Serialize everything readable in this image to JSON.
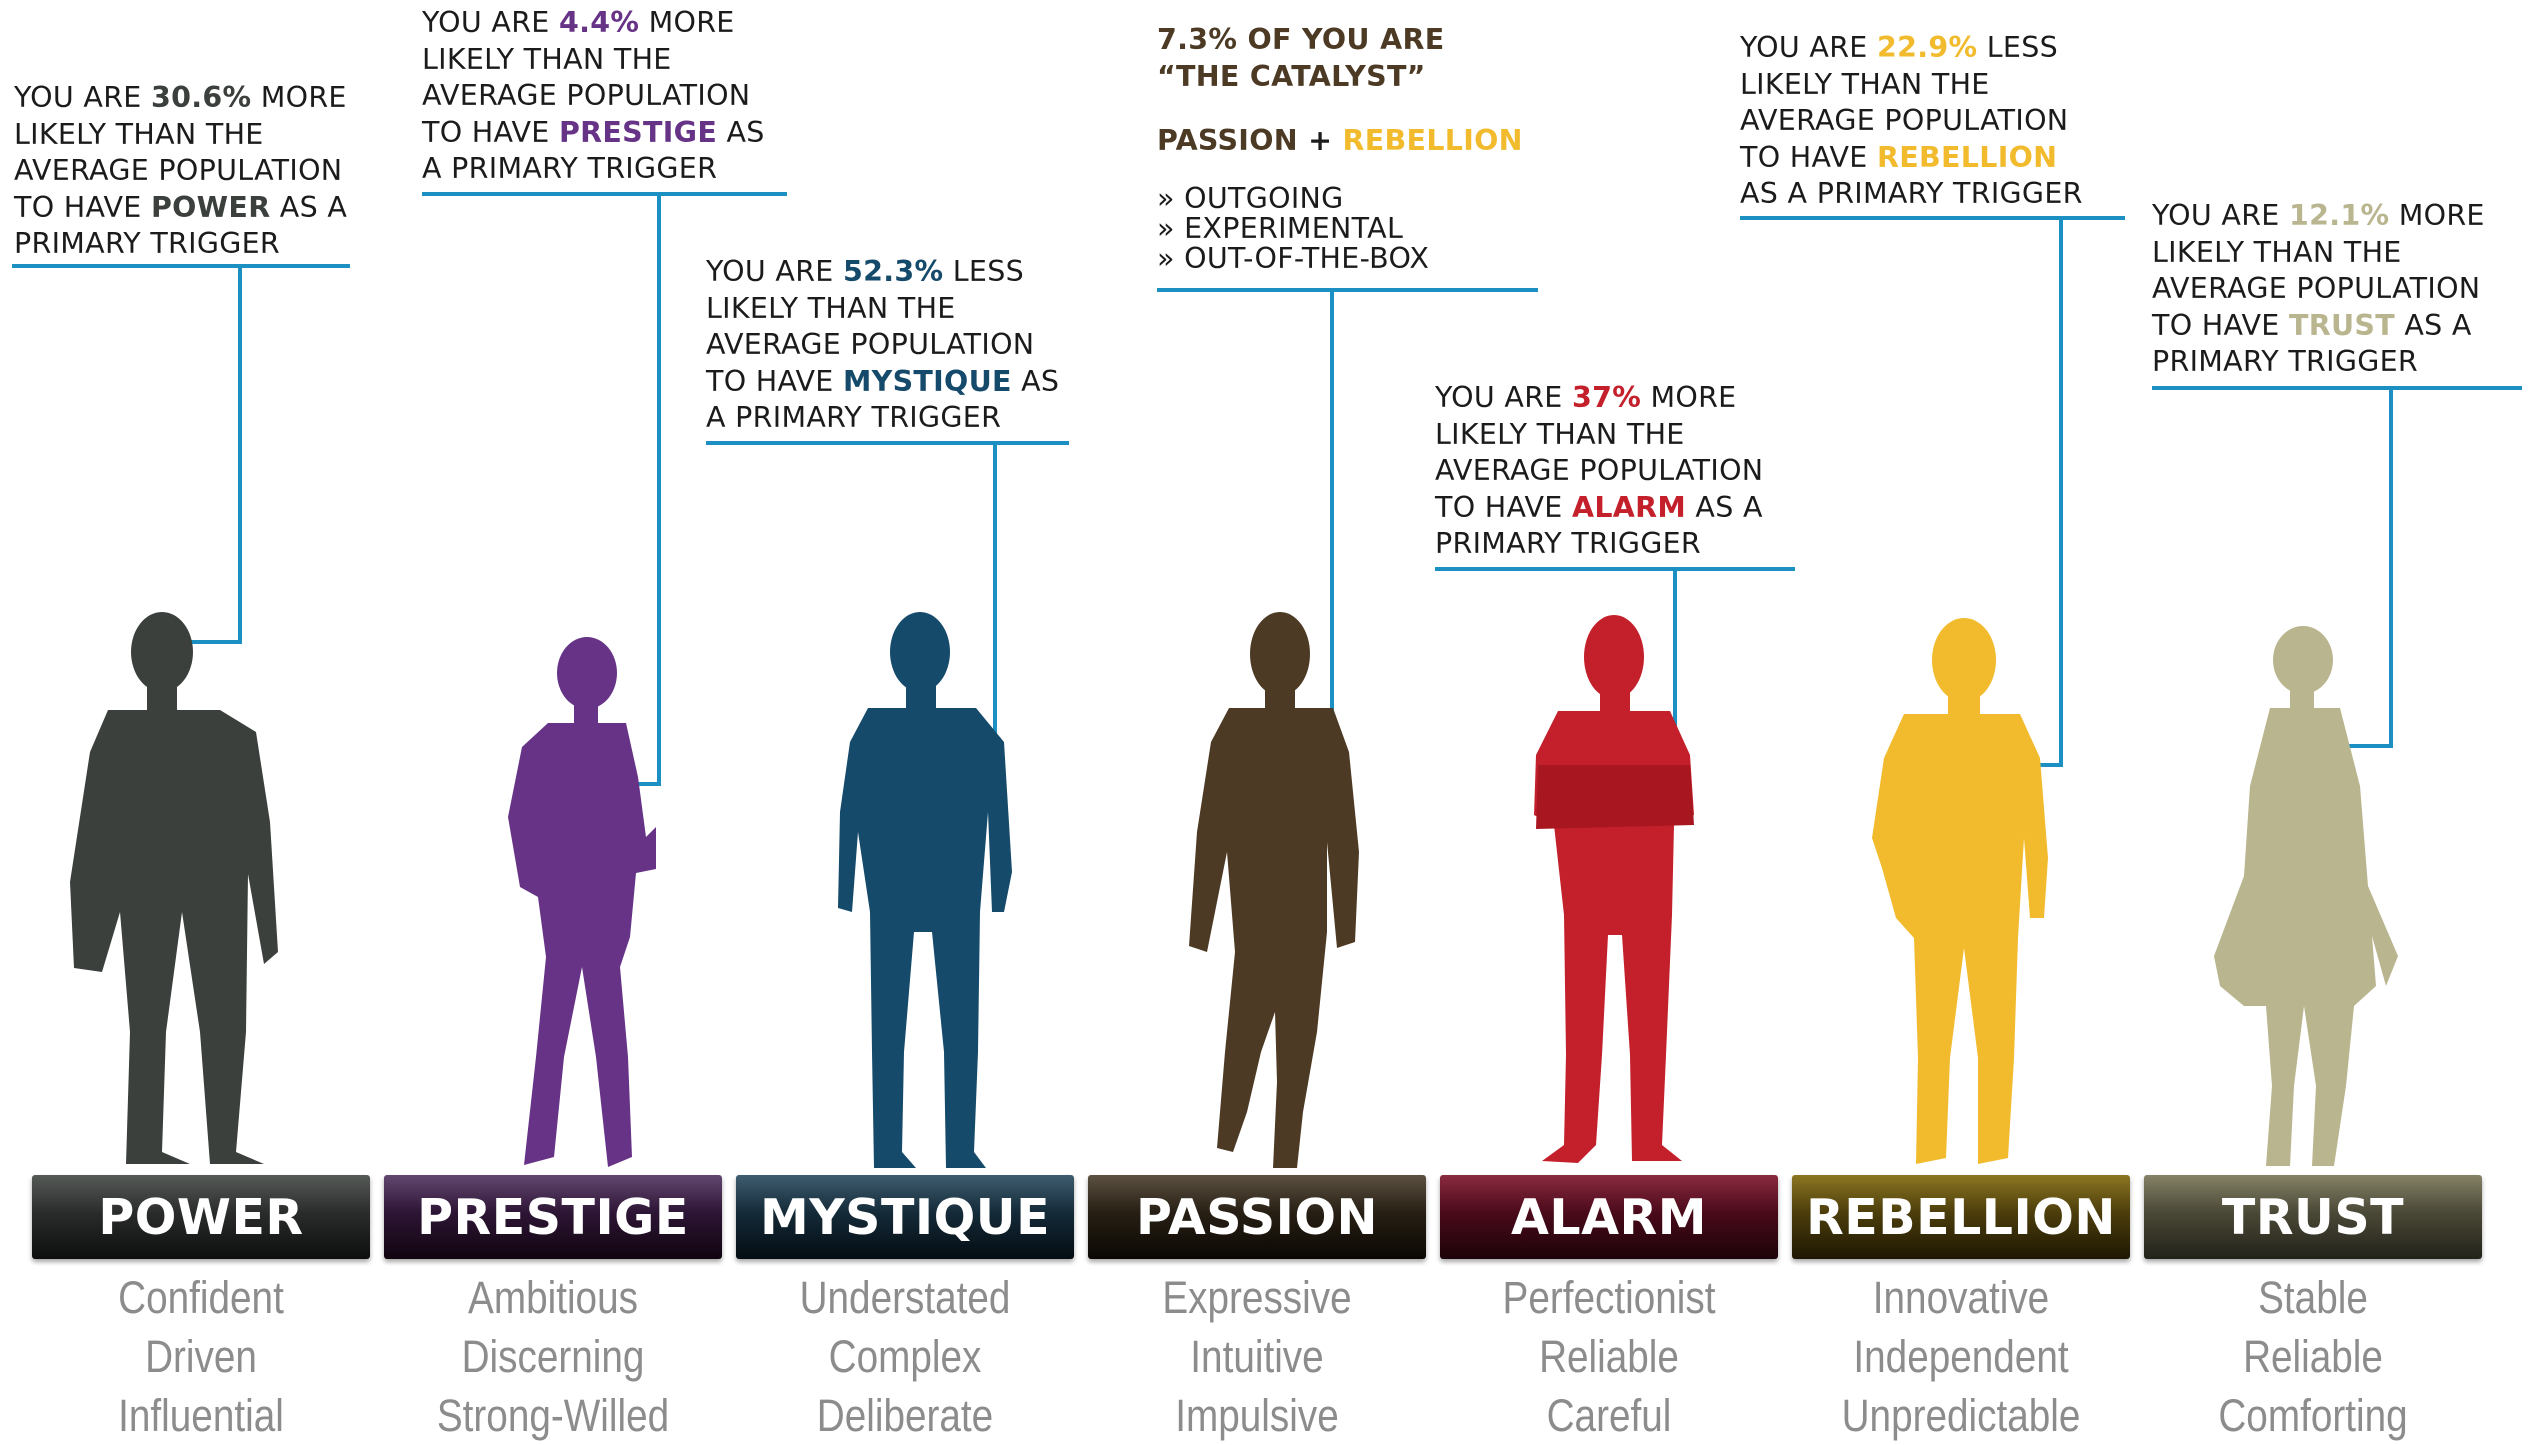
{
  "colors": {
    "leader_line": "#1c90c2",
    "power": "#3b403c",
    "prestige": "#663387",
    "mystique": "#154a6b",
    "passion": "#4d3a24",
    "alarm": "#c4202b",
    "rebellion": "#f1bb2d",
    "trust": "#b9b58f"
  },
  "callouts": {
    "power": {
      "pre": "You are ",
      "pct": "30.6%",
      "post": " more",
      "l2": "likely than the",
      "l3": "average population",
      "l4_pre": "to have ",
      "kw": "Power",
      "l4_post": " as a",
      "l5": "primary trigger"
    },
    "prestige": {
      "pre": "You are ",
      "pct": "4.4%",
      "post": " more",
      "l2": "likely than the",
      "l3": "average population",
      "l4_pre": "to have ",
      "kw": "Prestige",
      "l4_post": " as",
      "l5": "a primary trigger"
    },
    "mystique": {
      "pre": "You are ",
      "pct": "52.3%",
      "post": " less",
      "l2": "likely than the",
      "l3": "average population",
      "l4_pre": "to have ",
      "kw": "Mystique",
      "l4_post": " as",
      "l5": "a primary trigger"
    },
    "alarm": {
      "pre": "You are ",
      "pct": "37%",
      "post": " more",
      "l2": "likely than the",
      "l3": "average population",
      "l4_pre": "to have ",
      "kw": "Alarm",
      "l4_post": " as a",
      "l5": "primary trigger"
    },
    "rebellion": {
      "pre": "You are ",
      "pct": "22.9%",
      "post": " less",
      "l2": "likely than the",
      "l3": "average population",
      "l4_pre": "to have ",
      "kw": "Rebellion",
      "l4_post": "",
      "l5": "as a primary trigger"
    },
    "trust": {
      "pre": "You are ",
      "pct": "12.1%",
      "post": " more",
      "l2": "likely than the",
      "l3": "average population",
      "l4_pre": "to have ",
      "kw": "Trust",
      "l4_post": " as a",
      "l5": "primary trigger"
    }
  },
  "catalyst": {
    "line1": "7.3% of you are",
    "line2": "“The Catalyst”",
    "combo_a": "Passion",
    "plus": " + ",
    "combo_b": "Rebellion",
    "bullets": [
      "» Outgoing",
      "» Experimental",
      "» Out-of-the-box"
    ]
  },
  "archetypes": [
    {
      "name": "POWER",
      "traits": [
        "Confident",
        "Driven",
        "Influential"
      ]
    },
    {
      "name": "PRESTIGE",
      "traits": [
        "Ambitious",
        "Discerning",
        "Strong-Willed"
      ]
    },
    {
      "name": "MYSTIQUE",
      "traits": [
        "Understated",
        "Complex",
        "Deliberate"
      ]
    },
    {
      "name": "PASSION",
      "traits": [
        "Expressive",
        "Intuitive",
        "Impulsive"
      ]
    },
    {
      "name": "ALARM",
      "traits": [
        "Perfectionist",
        "Reliable",
        "Careful"
      ]
    },
    {
      "name": "REBELLION",
      "traits": [
        "Innovative",
        "Independent",
        "Unpredictable"
      ]
    },
    {
      "name": "TRUST",
      "traits": [
        "Stable",
        "Reliable",
        "Comforting"
      ]
    }
  ]
}
